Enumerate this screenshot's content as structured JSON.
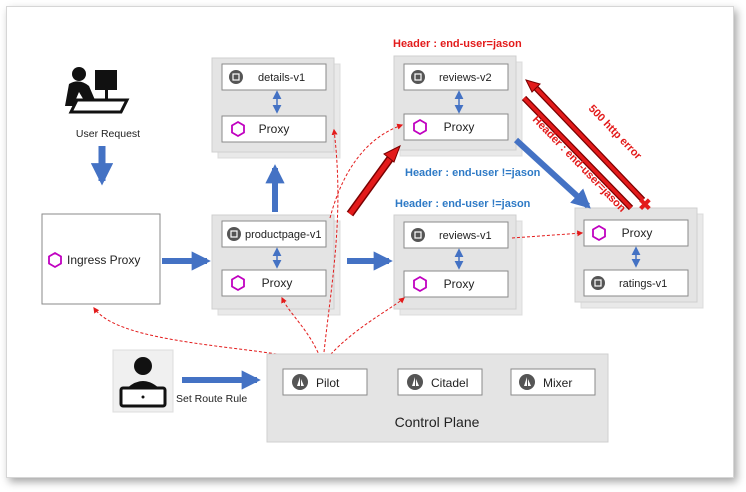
{
  "user_request": "User Request",
  "ingress_proxy": "Ingress Proxy",
  "set_route_rule": "Set Route Rule",
  "services": {
    "details": "details-v1",
    "productpage": "productpage-v1",
    "reviews_v2": "reviews-v2",
    "reviews_v1": "reviews-v1",
    "ratings": "ratings-v1",
    "proxy": "Proxy"
  },
  "control_plane": {
    "title": "Control Plane",
    "pilot": "Pilot",
    "citadel": "Citadel",
    "mixer": "Mixer"
  },
  "headers": {
    "jason": "Header : end-user=jason",
    "not_jason": "Header : end-user !=jason",
    "not_jason_2": "Header : end-user !=jason",
    "jason_diag": "Header : end-user=jason",
    "error_500": "500 http error"
  },
  "colors": {
    "blue_arrow": "#4472c4",
    "red": "#e31b1b",
    "proxy_hex": "#c000c0",
    "group_bg": "#e4e4e4",
    "box_border": "#8a8a8a"
  }
}
